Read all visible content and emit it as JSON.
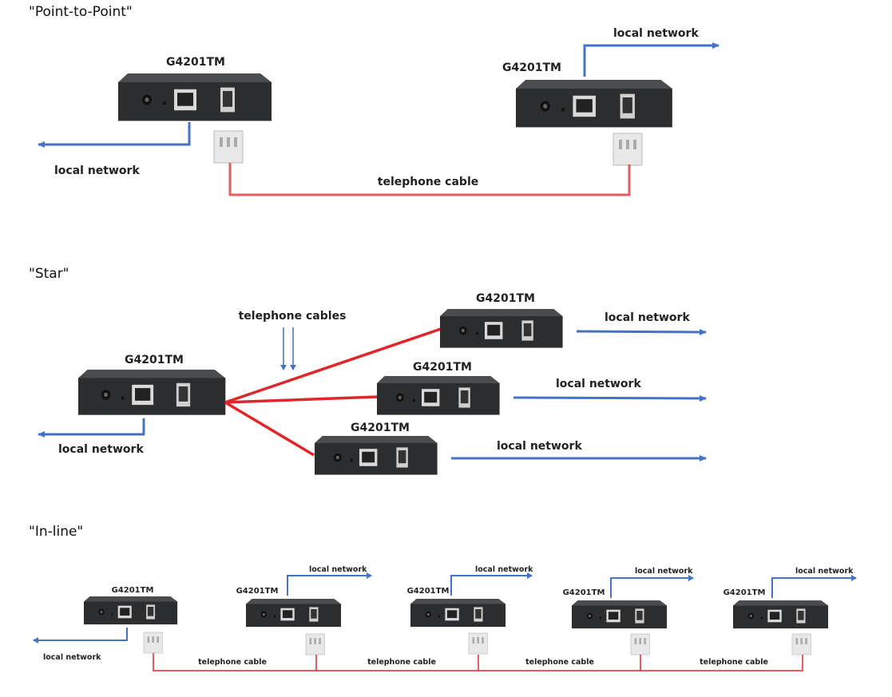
{
  "sections": {
    "point_to_point": "\"Point-to-Point\"",
    "star": "\"Star\"",
    "inline": "\"In-line\""
  },
  "device_model": "G4201TM",
  "labels": {
    "local_network": "local network",
    "telephone_cable": "telephone cable",
    "telephone_cables": "telephone cables"
  },
  "colors": {
    "network_arrow": "#4472c4",
    "telephone_cable": "#e0262b",
    "device_body": "#2b2d2e"
  }
}
